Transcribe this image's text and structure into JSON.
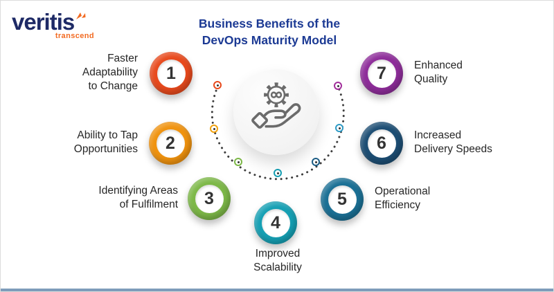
{
  "brand": {
    "name": "veritis",
    "tagline": "transcend",
    "wordmark_color": "#1e2a66",
    "accent_color": "#f26a21"
  },
  "title": {
    "text": "Business Benefits of the\nDevOps Maturity Model",
    "color": "#1c3a94"
  },
  "center": {
    "icon": "devops-gear-hand-icon"
  },
  "benefits": [
    {
      "number": "1",
      "label": "Faster\nAdaptability\nto Change",
      "color": "#e84a1d"
    },
    {
      "number": "2",
      "label": "Ability to Tap\nOpportunities",
      "color": "#f0930f"
    },
    {
      "number": "3",
      "label": "Identifying Areas\nof Fulfilment",
      "color": "#7db848"
    },
    {
      "number": "4",
      "label": "Improved\nScalability",
      "color": "#16a0b4"
    },
    {
      "number": "5",
      "label": "Operational\nEfficiency",
      "color": "#1b7095"
    },
    {
      "number": "6",
      "label": "Increased\nDelivery Speeds",
      "color": "#1d4e74"
    },
    {
      "number": "7",
      "label": "Enhanced\nQuality",
      "color": "#8e2d9a"
    }
  ],
  "marker_colors": [
    "#e84a1d",
    "#f0a10f",
    "#7db848",
    "#16a0b4",
    "#1d5e86",
    "#2e9bc6",
    "#a12d9a"
  ],
  "arc": {
    "dot_color": "#3d3d3d"
  },
  "footer": {
    "bar_color": "#7e9cba"
  }
}
